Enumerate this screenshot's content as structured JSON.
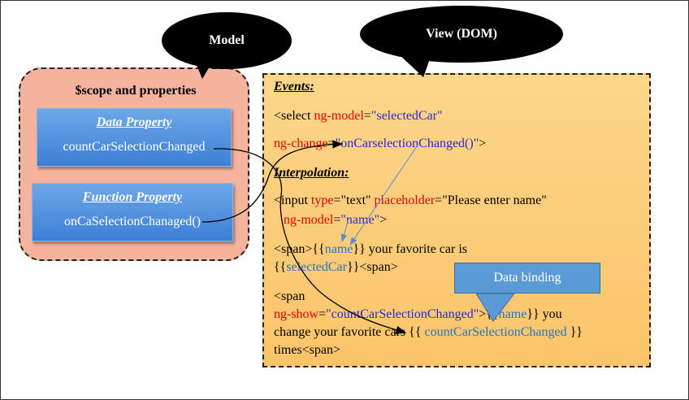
{
  "callouts": {
    "model": "Model",
    "view": "View (DOM)",
    "data_binding": "Data binding"
  },
  "model": {
    "title": "$scope and properties",
    "data_property": {
      "title": "Data Property",
      "value": "countCarSelectionChanged"
    },
    "function_property": {
      "title": "Function Property",
      "value": "onCaSelectionChanaged()"
    }
  },
  "view": {
    "events_heading": "Events:",
    "select_open": "<select ",
    "select_attr": "ng-model",
    "select_eq": "=",
    "select_val": "\"selectedCar\"",
    "change_attr": "ng-change",
    "change_eq": "=",
    "change_val": "\"onCarselectionChanged()\"",
    "change_close": ">",
    "interpolation_heading": "Interpolation:",
    "input_open": "<input ",
    "type_attr": "type",
    "type_val": "=\"text\" ",
    "placeholder_attr": "placeholder",
    "placeholder_val": "=\"Please enter name\"",
    "input_model_attr": "ng-model",
    "input_model_eq": "=",
    "input_model_val": "\"name\"",
    "input_close": ">",
    "span1_open": "<span>{{",
    "span1_name": "name",
    "span1_rest": "}} your favorite car is",
    "span1_b_open": "{{",
    "span1_b_var": "selectedCar",
    "span1_b_close": "}}<span>",
    "span2_open": "<span",
    "show_attr": "ng-show",
    "show_eq": "=",
    "show_val": "\"countCarSelectionChanged\"",
    "show_rest_a": ">{{",
    "show_name": "name",
    "show_rest_b": "}} you",
    "change_text": "change your favorite cars ",
    "change_b_open": "{{ ",
    "change_b_var": "countCarSelectionChanged",
    "change_b_close": " }}",
    "times_text": "times<span>"
  },
  "colors": {
    "model_fill": "#f5b39e",
    "card_blue": "#3d7fd6",
    "view_fill": "#fbc46a",
    "attr_red": "#e00000",
    "value_blue": "#2a2ad0"
  }
}
